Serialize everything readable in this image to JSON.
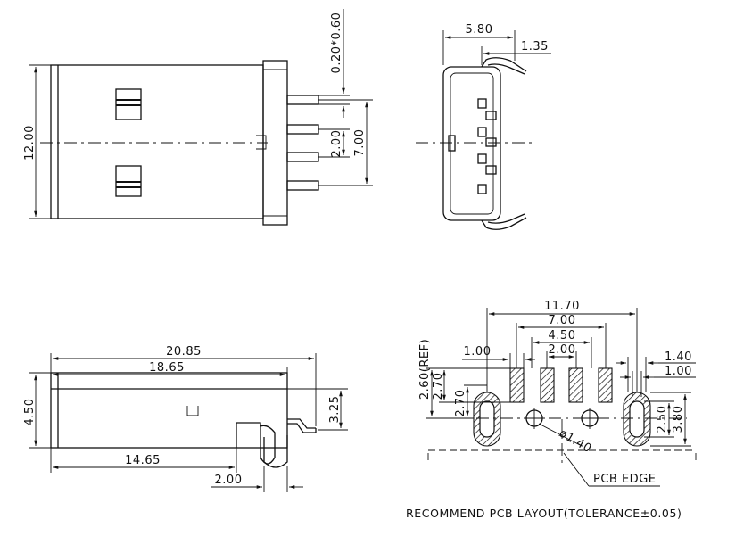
{
  "front_view": {
    "dim_width": "12.00",
    "dim_pin_size": "0.20*0.60",
    "dim_pin_pitch": "2.00",
    "dim_outer_pins": "7.00"
  },
  "end_view": {
    "dim_depth": "5.80",
    "dim_clip": "1.35"
  },
  "side_view": {
    "dim_total_length": "20.85",
    "dim_body_length": "18.65",
    "dim_height": "4.50",
    "dim_pin_drop": "3.25",
    "dim_shell_tab": "14.65",
    "dim_tab_width": "2.00"
  },
  "pcb_layout": {
    "dim_outer": "11.70",
    "dim_pin_span": "7.00",
    "dim_inner_span": "4.50",
    "dim_pitch": "2.00",
    "dim_left_slot_offset": "1.00",
    "dim_right_slot_width": "1.40",
    "dim_right_slot_inner": "1.00",
    "dim_ref_height": "2.60(REF)",
    "dim_pad_height_a": "2.70",
    "dim_pad_height_b": "2.70",
    "dim_slot_length": "3.80",
    "dim_slot_inner": "2.50",
    "dim_hole_dia": "ø1.40",
    "pcb_edge_label": "PCB EDGE",
    "caption": "RECOMMEND PCB LAYOUT(TOLERANCE±0.05)"
  }
}
